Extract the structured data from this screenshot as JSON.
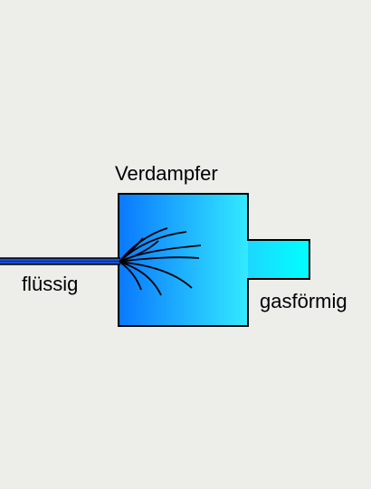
{
  "diagram": {
    "title": "Verdampfer",
    "inlet_label": "flüssig",
    "outlet_label": "gasförmig"
  },
  "colors": {
    "background": "#ededea",
    "evaporator_gradient_start": "#0a78ff",
    "evaporator_gradient_end": "#33eaff",
    "outlet_gradient_start": "#1ed6ff",
    "outlet_gradient_end": "#00ffff",
    "inlet_pipe": "#1a4fd0",
    "stroke": "#000000"
  }
}
